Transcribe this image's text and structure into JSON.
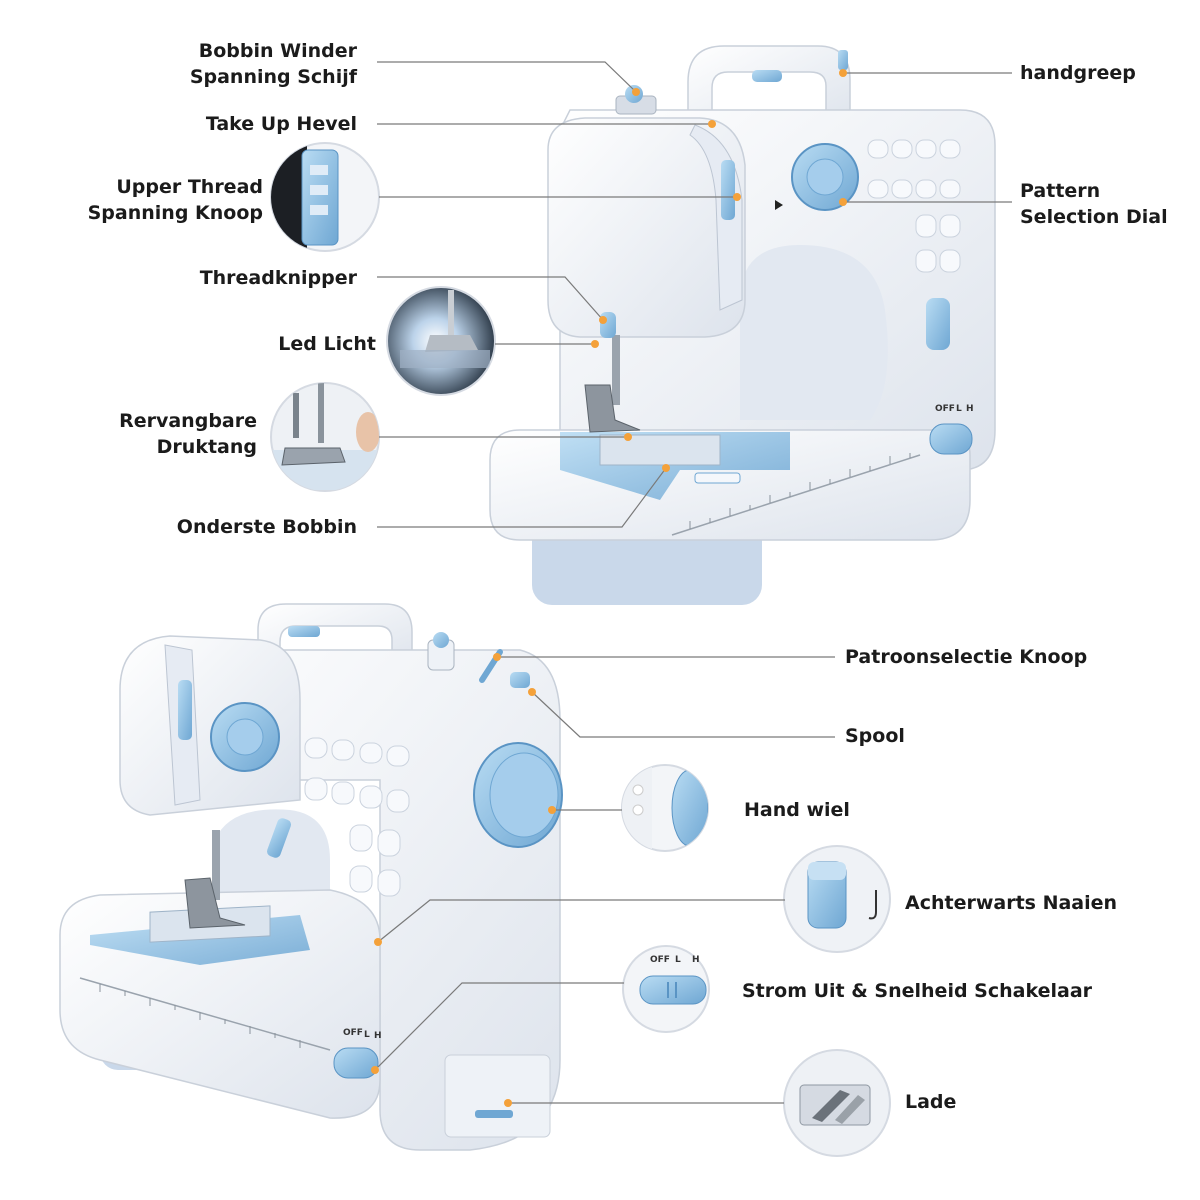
{
  "labels": {
    "bobbin_winder": "Bobbin Winder\nSpanning Schijf",
    "take_up_lever": "Take Up Hevel",
    "upper_thread": "Upper Thread\nSpanning Knoop",
    "thread_cutter": "Threadknipper",
    "led_light": "Led Licht",
    "presser_foot": "Rervangbare\nDruktang",
    "lower_bobbin": "Onderste Bobbin",
    "handle": "handgreep",
    "pattern_dial": "Pattern\nSelection Dial",
    "pattern_knob": "Patroonselectie Knoop",
    "spool": "Spool",
    "hand_wheel": "Hand wiel",
    "reverse": "Achterwarts Naaien",
    "power_switch": "Strom Uit & Snelheid Schakelaar",
    "drawer": "Lade"
  },
  "switch": {
    "off": "OFF",
    "low": "L",
    "high": "H"
  },
  "colors": {
    "body": "#f2f4f8",
    "accent": "#8fc1e3",
    "accent_dark": "#5a94c4",
    "line": "#7a7a7a",
    "dot": "#f4a13a"
  }
}
